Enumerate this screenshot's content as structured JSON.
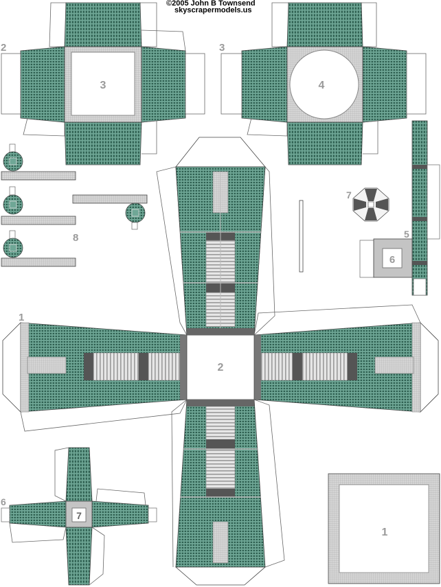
{
  "credit": {
    "copyright": "©2005 John B Townsend",
    "website": "skyscrapermodels.us"
  },
  "labels": {
    "top_left_side": "2",
    "top_left_center": "3",
    "top_right_side": "3",
    "top_right_center": "4",
    "piece_7_top": "7",
    "piece_5": "5",
    "piece_6_center": "6",
    "piece_8": "8",
    "cross_arm": "1",
    "cross_center": "2",
    "small_cross_side": "6",
    "small_cross_center": "7",
    "base_square": "1"
  },
  "colors": {
    "panel_green": "#6fa796",
    "window_dark": "#2e5f50",
    "stone_gray": "#c8c8c8",
    "stair_gray": "#555555",
    "label_gray": "#9a9a9a",
    "outline": "#444444"
  }
}
